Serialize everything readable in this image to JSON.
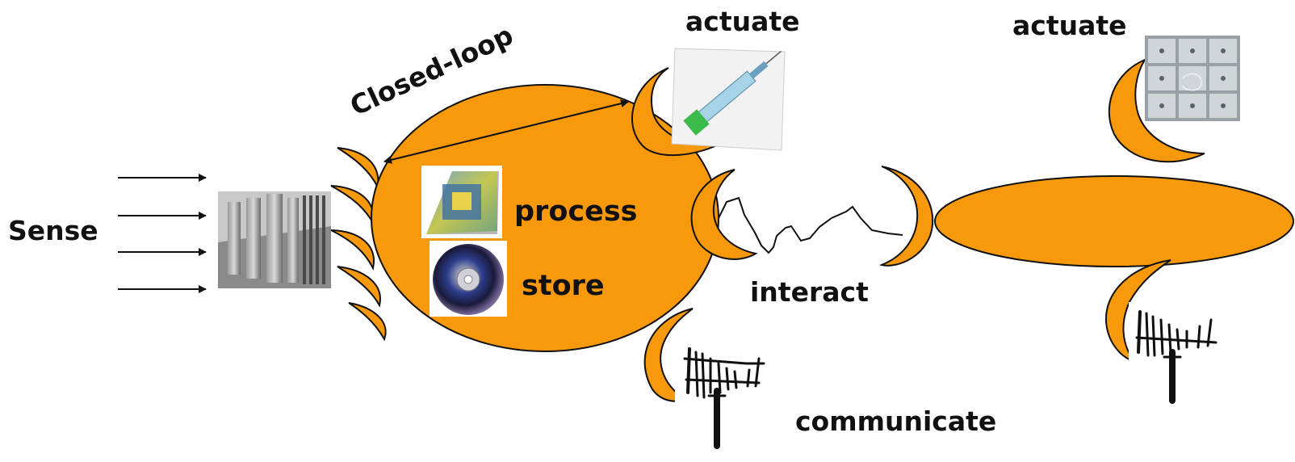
{
  "labels": {
    "sense": "Sense",
    "closed_loop": "Closed-loop",
    "actuate_1": "actuate",
    "actuate_2": "actuate",
    "process": "process",
    "store": "store",
    "interact": "interact",
    "communicate": "communicate"
  },
  "colors": {
    "orange": "#f7990a",
    "outline": "#111111",
    "arrow": "#111111"
  },
  "icons": {
    "sensor": "mems-comb-sensor-image",
    "syringe": "syringe-image",
    "grid": "microarray-grid-image",
    "chip": "processor-chip-image",
    "disc": "optical-disc-image",
    "antenna_1": "antenna-image",
    "antenna_2": "antenna-image"
  }
}
